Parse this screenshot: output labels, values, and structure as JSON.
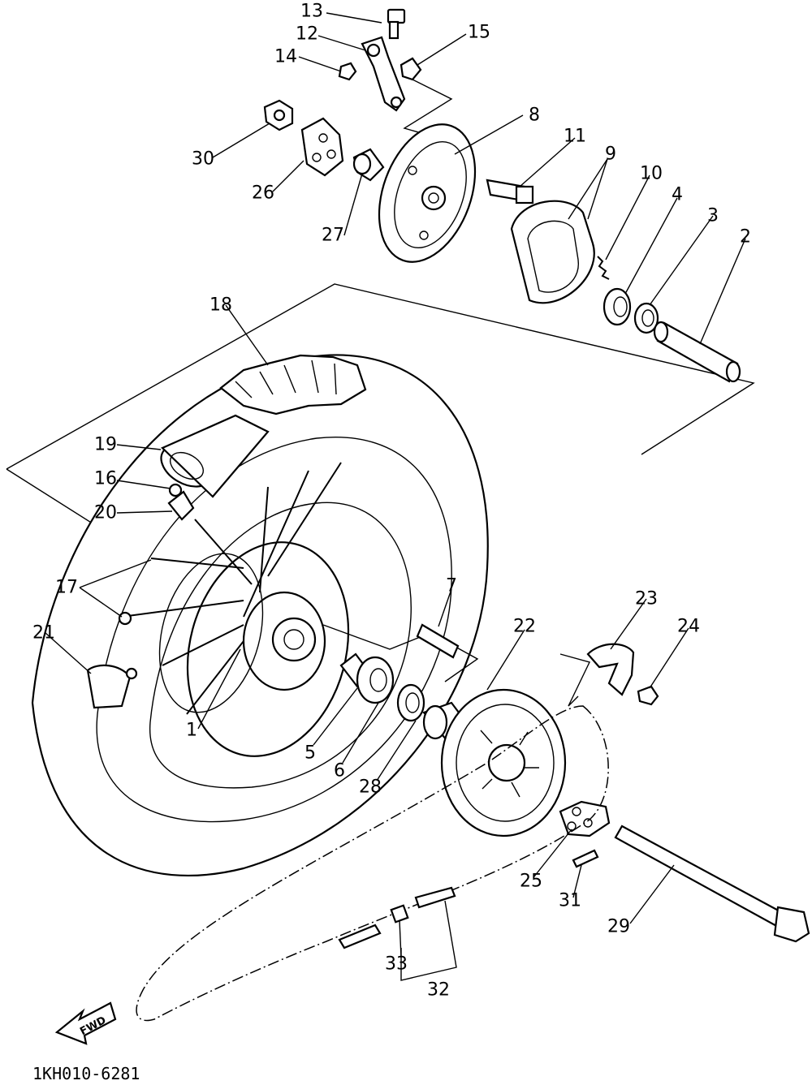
{
  "diagram_code": "1KH010-6281",
  "fwd_label": "FWD",
  "callouts": [
    "1",
    "2",
    "3",
    "4",
    "5",
    "6",
    "7",
    "8",
    "9",
    "10",
    "11",
    "12",
    "13",
    "14",
    "15",
    "16",
    "17",
    "18",
    "19",
    "20",
    "21",
    "22",
    "23",
    "24",
    "25",
    "26",
    "27",
    "28",
    "29",
    "30",
    "31",
    "32",
    "33"
  ],
  "parts": {
    "p13": "bolt",
    "p12": "brake-cam-lever",
    "p14": "nut",
    "p15": "indicator-plate",
    "p8": "brake-shoe-plate",
    "p11": "brake-cam",
    "p9": "brake-shoe-set",
    "p10": "spring",
    "p4": "bearing",
    "p3": "oil-seal",
    "p2": "collar",
    "p30": "nut",
    "p26": "chain-puller",
    "p27": "collar",
    "p18": "tire",
    "p19": "tube",
    "p16": "nut",
    "p20": "rim-band",
    "p17": "spoke-set",
    "p21": "tire-lock",
    "p1": "rear-hub",
    "p5": "spacer",
    "p6": "bearing",
    "p7": "stud-bolt",
    "p22": "driven-sprocket",
    "p28": "collar",
    "p23": "lock-washer",
    "p24": "nut",
    "p25": "chain-puller",
    "p31": "bolt",
    "p29": "wheel-axle",
    "p32": "drive-chain",
    "p33": "chain-joint"
  }
}
